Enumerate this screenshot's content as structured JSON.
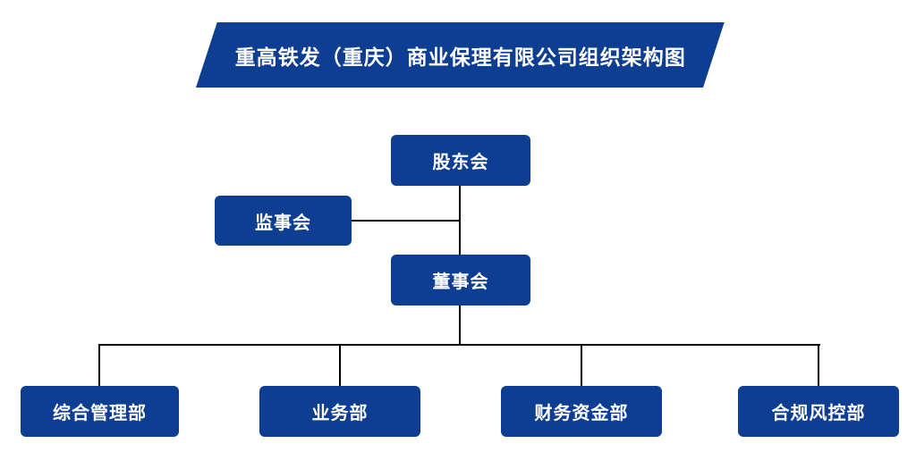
{
  "banner": {
    "title": "重高铁发（重庆）商业保理有限公司组织架构图"
  },
  "colors": {
    "primary": "#0E3E92",
    "connector": "#000000",
    "node_text": "#FFFFFF",
    "background": "#FFFFFF"
  },
  "nodes": [
    {
      "id": "shareholders-meeting",
      "label": "股东会",
      "level": 1
    },
    {
      "id": "supervisory-board",
      "label": "监事会",
      "level": 2
    },
    {
      "id": "board-of-directors",
      "label": "董事会",
      "level": 2
    },
    {
      "id": "general-management-dept",
      "label": "综合管理部",
      "level": 3
    },
    {
      "id": "business-dept",
      "label": "业务部",
      "level": 3
    },
    {
      "id": "finance-treasury-dept",
      "label": "财务资金部",
      "level": 3
    },
    {
      "id": "compliance-risk-dept",
      "label": "合规风控部",
      "level": 3
    }
  ],
  "hierarchy": {
    "root": "股东会",
    "edges": [
      {
        "from": "股东会",
        "to": "董事会"
      },
      {
        "from": "股东会-董事会连线",
        "to": "监事会"
      },
      {
        "from": "董事会",
        "to": "综合管理部"
      },
      {
        "from": "董事会",
        "to": "业务部"
      },
      {
        "from": "董事会",
        "to": "财务资金部"
      },
      {
        "from": "董事会",
        "to": "合规风控部"
      }
    ]
  }
}
